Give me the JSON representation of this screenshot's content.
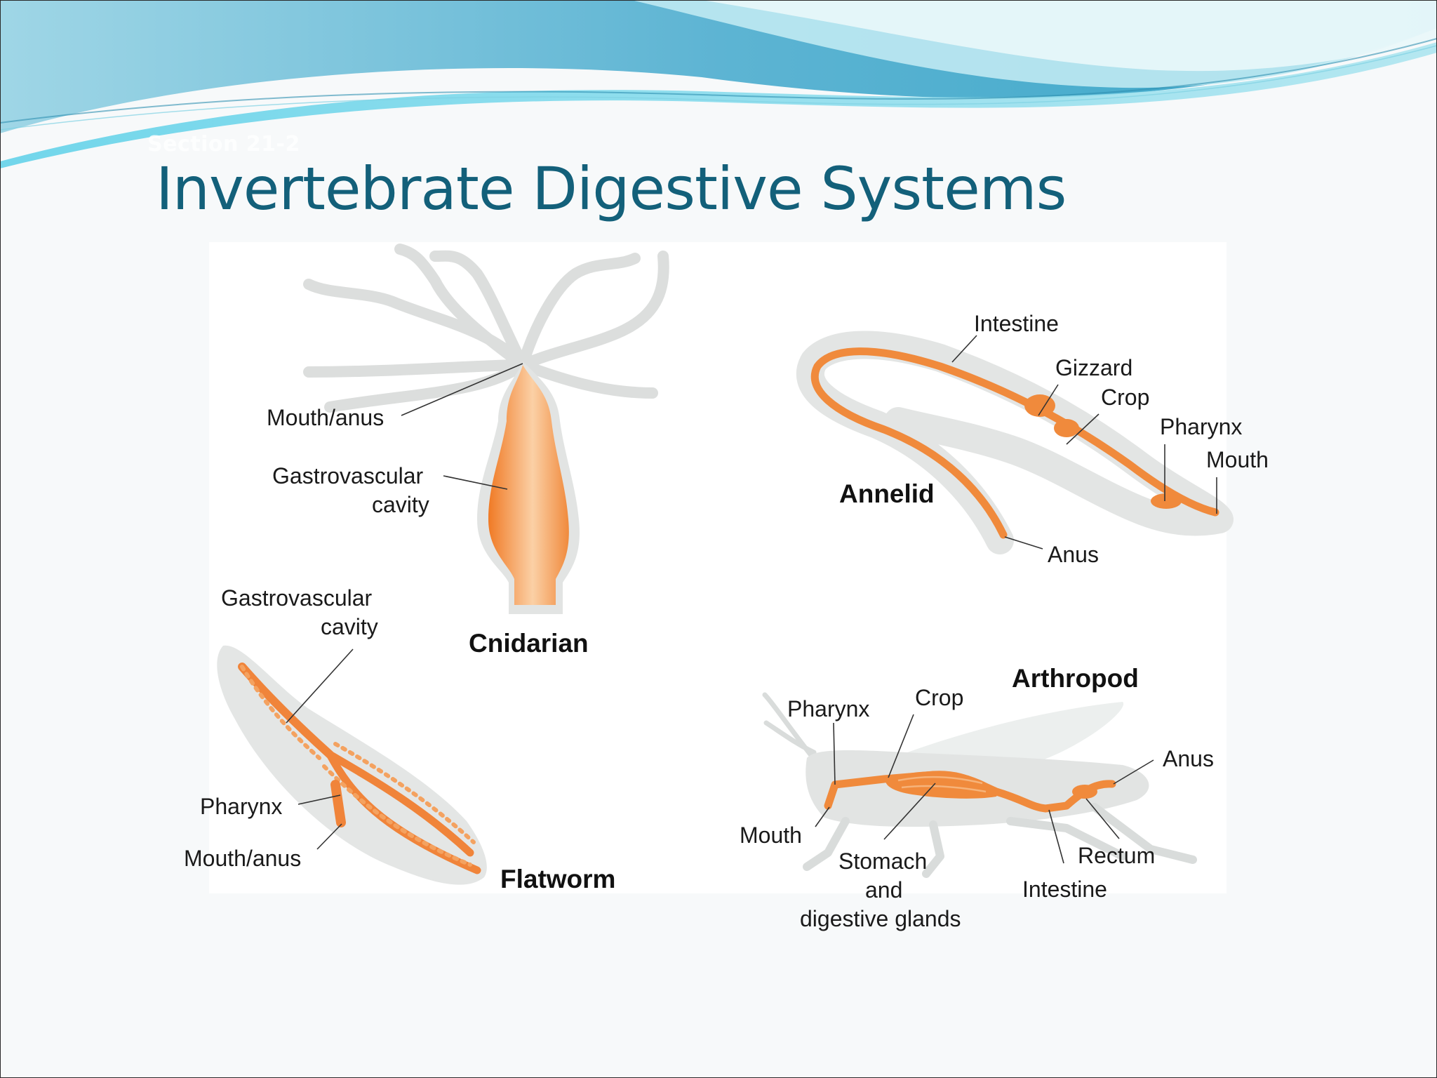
{
  "slide": {
    "section_label": "Section 21-2",
    "title": "Invertebrate Digestive Systems"
  },
  "colors": {
    "title": "#13607a",
    "digestive_tract": "#f08a3c",
    "body_outline": "#d9dcdb",
    "header_wave": "#4fc3dc"
  },
  "organisms": {
    "cnidarian": {
      "name": "Cnidarian",
      "labels": {
        "mouth_anus": "Mouth/anus",
        "cavity_line1": "Gastrovascular",
        "cavity_line2": "cavity"
      }
    },
    "flatworm": {
      "name": "Flatworm",
      "labels": {
        "cavity_line1": "Gastrovascular",
        "cavity_line2": "cavity",
        "pharynx": "Pharynx",
        "mouth_anus": "Mouth/anus"
      }
    },
    "annelid": {
      "name": "Annelid",
      "labels": {
        "intestine": "Intestine",
        "gizzard": "Gizzard",
        "crop": "Crop",
        "pharynx": "Pharynx",
        "mouth": "Mouth",
        "anus": "Anus"
      }
    },
    "arthropod": {
      "name": "Arthropod",
      "labels": {
        "pharynx": "Pharynx",
        "crop": "Crop",
        "anus": "Anus",
        "mouth": "Mouth",
        "stomach_line1": "Stomach",
        "stomach_line2": "and",
        "stomach_line3": "digestive glands",
        "rectum": "Rectum",
        "intestine": "Intestine"
      }
    }
  }
}
